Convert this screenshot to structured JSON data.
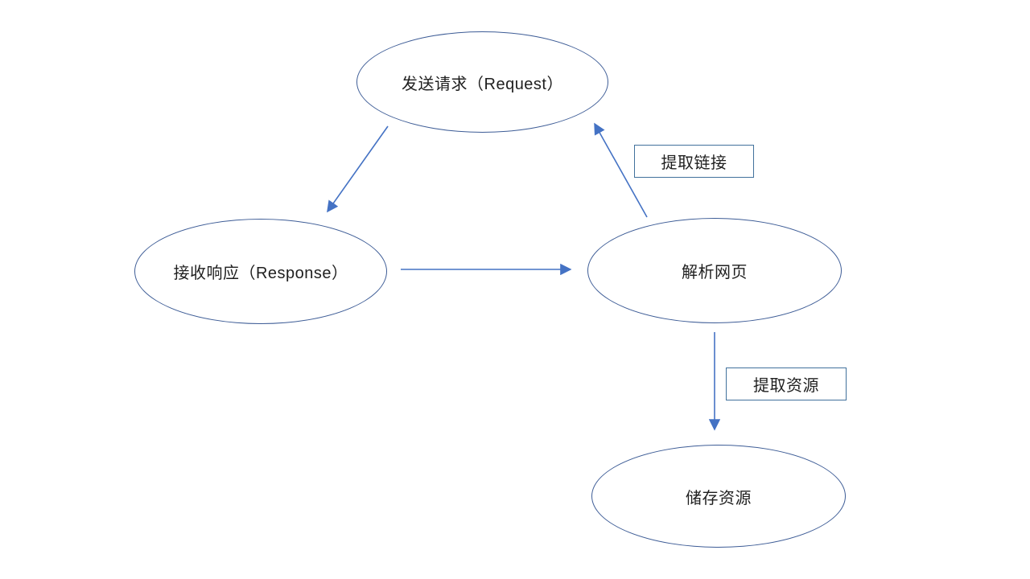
{
  "diagram": {
    "type": "flowchart",
    "nodes": {
      "send_request": {
        "label": "发送请求（Request）",
        "shape": "ellipse"
      },
      "receive_response": {
        "label": "接收响应（Response）",
        "shape": "ellipse"
      },
      "parse_page": {
        "label": "解析网页",
        "shape": "ellipse"
      },
      "store_resource": {
        "label": "储存资源",
        "shape": "ellipse"
      }
    },
    "edges": [
      {
        "from": "send_request",
        "to": "receive_response"
      },
      {
        "from": "receive_response",
        "to": "parse_page"
      },
      {
        "from": "parse_page",
        "to": "send_request",
        "label": "提取链接"
      },
      {
        "from": "parse_page",
        "to": "store_resource",
        "label": "提取资源"
      }
    ],
    "colors": {
      "ellipse_stroke": "#3d5c96",
      "arrow": "#4472c4",
      "label_box_border": "#41719c",
      "text": "#1f1f1f",
      "background": "#ffffff"
    }
  }
}
